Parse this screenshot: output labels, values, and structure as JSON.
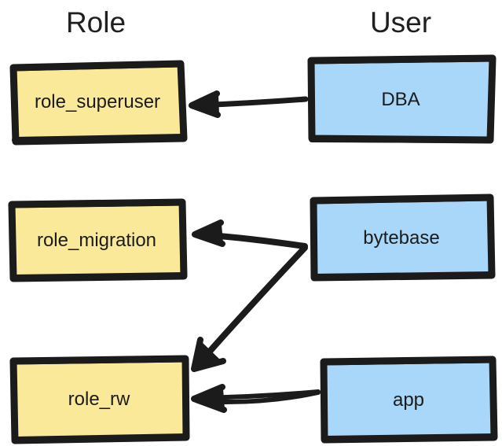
{
  "diagram": {
    "title_columns": [
      {
        "label": "Role"
      },
      {
        "label": "User"
      }
    ],
    "colors": {
      "role_fill": "#fbe99a",
      "user_fill": "#a9d7f9",
      "stroke": "#1b1b1b",
      "text": "#1b1b1b",
      "background": "#ffffff"
    },
    "nodes": [
      {
        "id": "role_superuser",
        "label": "role_superuser",
        "type": "role",
        "fill": "#fbe99a"
      },
      {
        "id": "role_migration",
        "label": "role_migration",
        "type": "role",
        "fill": "#fbe99a"
      },
      {
        "id": "role_rw",
        "label": "role_rw",
        "type": "role",
        "fill": "#fbe99a"
      },
      {
        "id": "dba",
        "label": "DBA",
        "type": "user",
        "fill": "#a9d7f9"
      },
      {
        "id": "bytebase",
        "label": "bytebase",
        "type": "user",
        "fill": "#a9d7f9"
      },
      {
        "id": "app",
        "label": "app",
        "type": "user",
        "fill": "#a9d7f9"
      }
    ],
    "edges": [
      {
        "from": "dba",
        "to": "role_superuser",
        "direction": "right-to-left"
      },
      {
        "from": "bytebase",
        "to": "role_migration",
        "direction": "right-to-left"
      },
      {
        "from": "bytebase",
        "to": "role_rw",
        "direction": "diagonal-down-left"
      },
      {
        "from": "app",
        "to": "role_rw",
        "direction": "right-to-left"
      }
    ]
  }
}
